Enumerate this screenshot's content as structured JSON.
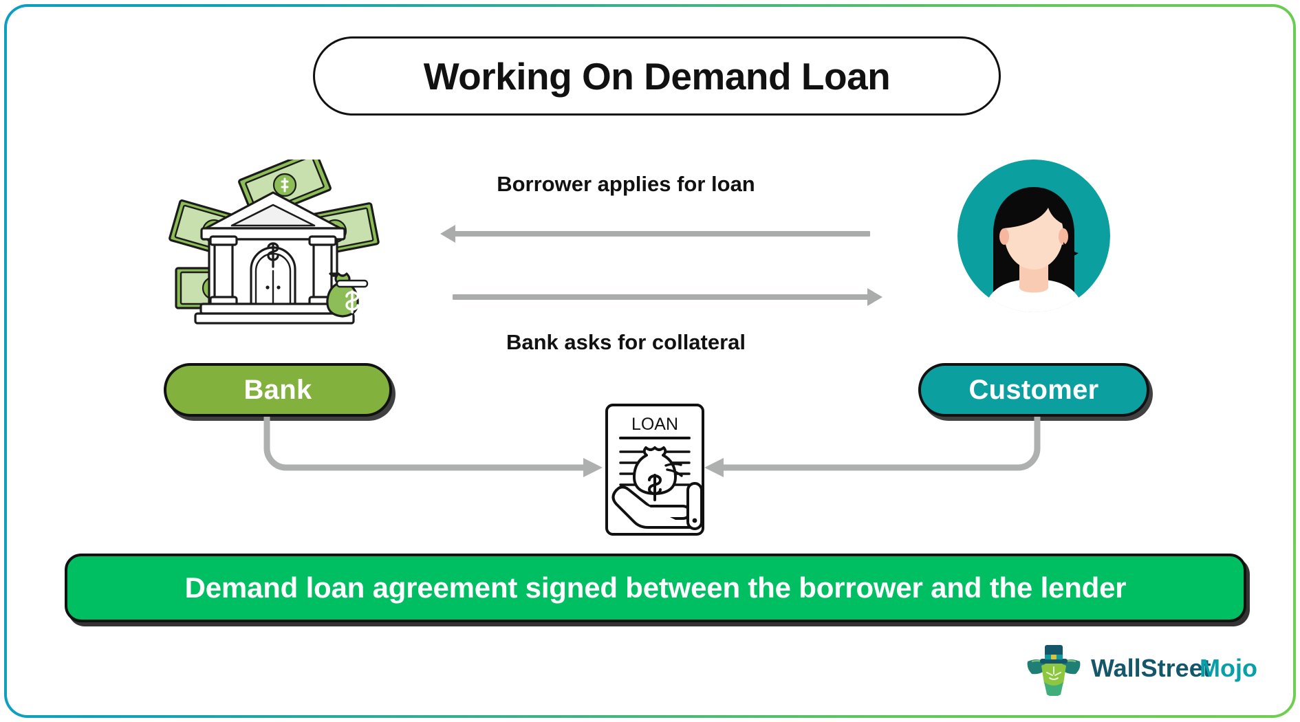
{
  "infographic": {
    "title": "Working On Demand Loan",
    "flow": {
      "top_label": "Borrower applies for loan",
      "bottom_label": "Bank asks for collateral",
      "top_arrow_direction": "left",
      "bottom_arrow_direction": "right"
    },
    "nodes": {
      "left": {
        "label": "Bank",
        "color": "#82b13e",
        "icon": "bank-building-money-icon"
      },
      "right": {
        "label": "Customer",
        "color": "#0c9fa0",
        "icon": "customer-avatar-icon"
      },
      "center": {
        "document_label": "LOAN",
        "icon": "loan-document-hand-icon"
      }
    },
    "banner": {
      "text": "Demand loan agreement signed between the borrower and the lender",
      "color": "#00bf63"
    },
    "brand": {
      "name_primary": "WallStreet",
      "name_secondary": "Mojo",
      "primary_color": "#14576b",
      "secondary_color": "#08a0a8",
      "logo_icon": "bull-mascot-tophat-icon"
    },
    "frame": {
      "gradient_start": "#0d9ec4",
      "gradient_end": "#6ece4f"
    }
  }
}
